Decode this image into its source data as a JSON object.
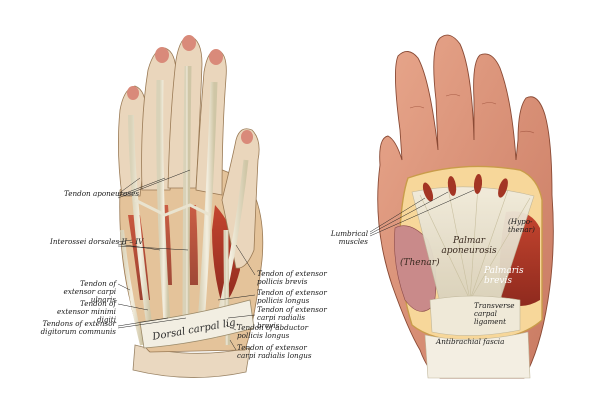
{
  "figure": {
    "left_panel": {
      "labels": {
        "tendon_aponeuroses": "Tendon aponeuroses",
        "interossei_dorsales": "Interossei dorsales II – IV",
        "ext_carpi_ulnaris": "Tendon of extensor carpi ulnaris",
        "ext_minimi_digiti": "Tendon of extensor minimi digiti",
        "ext_digitorum_communis": "Tendons of extensor digitorum communis",
        "dorsal_carpal_lig": "Dorsal carpal lig.",
        "ext_pollicis_brevis": "Tendon of extensor pollicis brevis",
        "ext_pollicis_longus": "Tendon of extensor pollicis longus",
        "ext_carpi_radialis_brevis": "Tendon of extensor carpi radialis brevis",
        "abd_pollicis_longus": "Tendon of abductor pollicis longus",
        "ext_carpi_radialis_longus": "Tendon of extensor carpi radialis longus"
      }
    },
    "right_panel": {
      "labels": {
        "lumbrical_muscles": "Lumbrical muscles",
        "palmar_aponeurosis": "Palmar aponeurosis",
        "thenar": "(Thenar)",
        "hypothenar": "(Hypo- thenar)",
        "palmaris_brevis": "Palmaris brevis",
        "transverse_carpal_ligament": "Transverse carpal ligament",
        "antibrachial_fascia": "Antibrachial fascia"
      }
    }
  }
}
